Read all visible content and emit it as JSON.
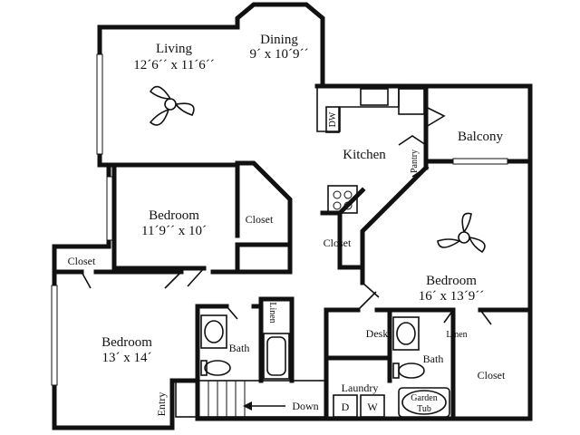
{
  "rooms": {
    "living": {
      "name": "Living",
      "dims": "12´6´´ x 11´6´´"
    },
    "dining": {
      "name": "Dining",
      "dims": "9´ x 10´9´´"
    },
    "kitchen": {
      "name": "Kitchen"
    },
    "balcony": {
      "name": "Balcony"
    },
    "pantry": {
      "name": "Pantry"
    },
    "bedroom_a": {
      "name": "Bedroom",
      "dims": "11´9´´ x 10´"
    },
    "bedroom_b": {
      "name": "Bedroom",
      "dims": "13´ x 14´"
    },
    "bedroom_c": {
      "name": "Bedroom",
      "dims": "16´ x 13´9´´"
    },
    "closet_a": {
      "name": "Closet"
    },
    "closet_b": {
      "name": "Closet"
    },
    "closet_c": {
      "name": "Closet"
    },
    "closet_d": {
      "name": "Closet"
    },
    "bath_a": {
      "name": "Bath"
    },
    "bath_b": {
      "name": "Bath"
    },
    "linen_a": {
      "name": "Linen"
    },
    "linen_b": {
      "name": "Linen"
    },
    "laundry": {
      "name": "Laundry",
      "dryer": "D",
      "washer": "W"
    },
    "desk": {
      "name": "Desk"
    },
    "garden_tub": {
      "line1": "Garden",
      "line2": "Tub"
    },
    "dishwasher": {
      "name": "DW"
    }
  },
  "stairs": {
    "down": "Down",
    "entry": "Entry"
  }
}
